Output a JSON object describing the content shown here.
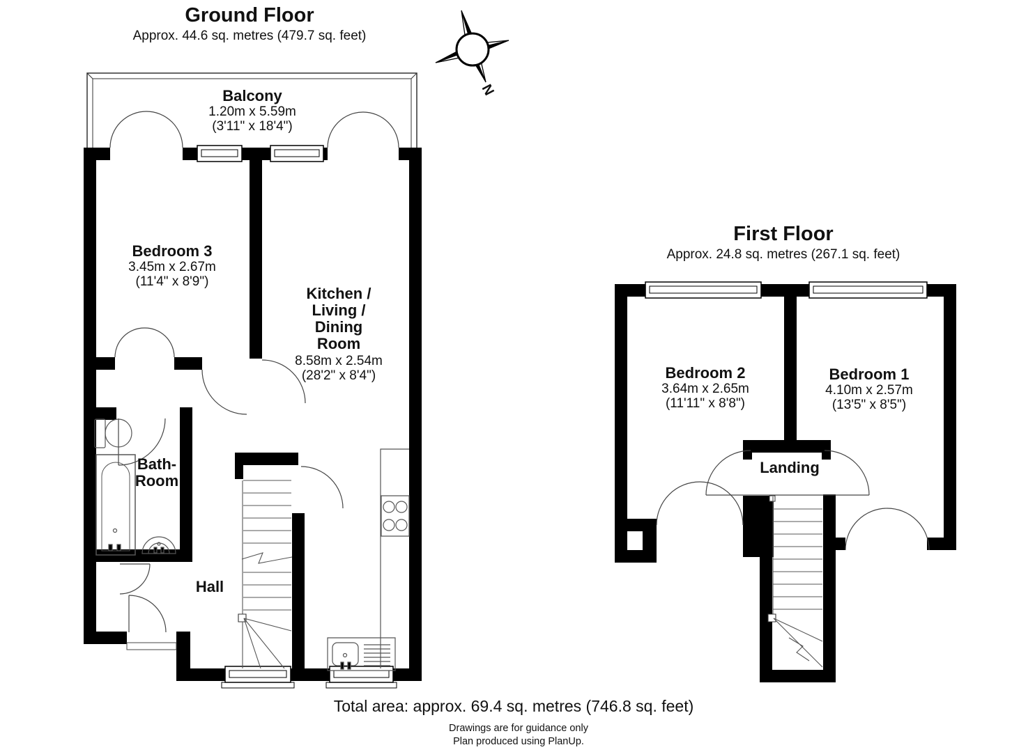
{
  "ground_floor": {
    "title": "Ground Floor",
    "area": "Approx. 44.6 sq. metres (479.7 sq. feet)",
    "rooms": {
      "balcony": {
        "name": "Balcony",
        "dim_metric": "1.20m x 5.59m",
        "dim_imperial": "(3'11\" x 18'4\")"
      },
      "bedroom3": {
        "name": "Bedroom 3",
        "dim_metric": "3.45m x 2.67m",
        "dim_imperial": "(11'4\" x 8'9\")"
      },
      "kitchen_living_dining": {
        "name": "Kitchen /\nLiving /\nDining\nRoom",
        "dim_metric": "8.58m x 2.54m",
        "dim_imperial": "(28'2\" x 8'4\")"
      },
      "bathroom": {
        "name": "Bath-\nRoom"
      },
      "hall": {
        "name": "Hall"
      }
    }
  },
  "first_floor": {
    "title": "First Floor",
    "area": "Approx. 24.8 sq. metres (267.1 sq. feet)",
    "rooms": {
      "bedroom2": {
        "name": "Bedroom 2",
        "dim_metric": "3.64m x 2.65m",
        "dim_imperial": "(11'11\" x 8'8\")"
      },
      "bedroom1": {
        "name": "Bedroom 1",
        "dim_metric": "4.10m x 2.57m",
        "dim_imperial": "(13'5\" x 8'5\")"
      },
      "landing": {
        "name": "Landing"
      }
    }
  },
  "compass": {
    "label": "N"
  },
  "footer": {
    "total_area": "Total area: approx. 69.4 sq. metres (746.8 sq. feet)",
    "disclaimer": "Drawings are for guidance only",
    "credit": "Plan produced using PlanUp."
  },
  "colors": {
    "wall": "#000000",
    "line": "#3a3a3a",
    "background": "#ffffff"
  }
}
